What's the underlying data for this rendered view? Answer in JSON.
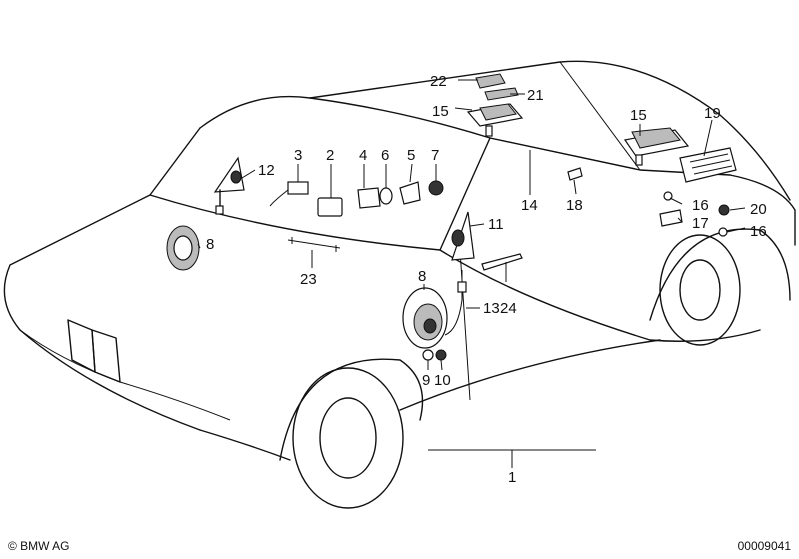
{
  "labels": [
    {
      "id": "22",
      "text": "22"
    },
    {
      "id": "21",
      "text": "21"
    },
    {
      "id": "15a",
      "text": "15"
    },
    {
      "id": "15b",
      "text": "15"
    },
    {
      "id": "19",
      "text": "19"
    },
    {
      "id": "12",
      "text": "12"
    },
    {
      "id": "3",
      "text": "3"
    },
    {
      "id": "2",
      "text": "2"
    },
    {
      "id": "4",
      "text": "4"
    },
    {
      "id": "6",
      "text": "6"
    },
    {
      "id": "5",
      "text": "5"
    },
    {
      "id": "7",
      "text": "7"
    },
    {
      "id": "14",
      "text": "14"
    },
    {
      "id": "18",
      "text": "18"
    },
    {
      "id": "16a",
      "text": "16"
    },
    {
      "id": "17",
      "text": "17"
    },
    {
      "id": "20",
      "text": "20"
    },
    {
      "id": "16b",
      "text": "16"
    },
    {
      "id": "11",
      "text": "11"
    },
    {
      "id": "8a",
      "text": "8"
    },
    {
      "id": "23",
      "text": "23"
    },
    {
      "id": "8b",
      "text": "8"
    },
    {
      "id": "24",
      "text": "24"
    },
    {
      "id": "13",
      "text": "13"
    },
    {
      "id": "9",
      "text": "9"
    },
    {
      "id": "10",
      "text": "10"
    },
    {
      "id": "1",
      "text": "1"
    }
  ],
  "footer": {
    "copyright": "© BMW AG",
    "doc_number": "00009041"
  }
}
